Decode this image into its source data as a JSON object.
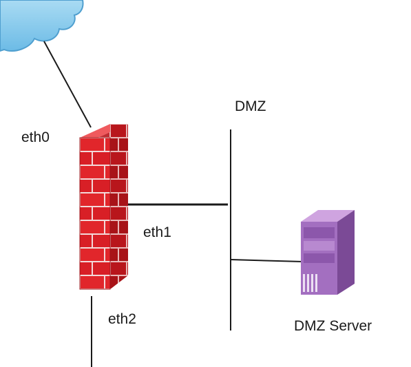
{
  "labels": {
    "eth0": "eth0",
    "dmz": "DMZ",
    "eth1": "eth1",
    "eth2": "eth2",
    "dmz_server": "DMZ Server"
  },
  "icons": {
    "cloud": "internet-cloud-icon",
    "firewall": "firewall-icon",
    "server": "server-icon"
  },
  "colors": {
    "cloud": "#7ec6ea",
    "firewall_red": "#e1262b",
    "firewall_mortar": "#f4d6d6",
    "server_purple": "#a36fc0",
    "line": "#1a1a1a"
  }
}
